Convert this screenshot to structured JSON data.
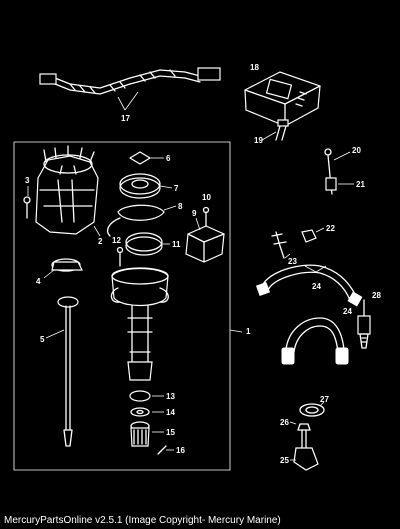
{
  "callouts": [
    "1",
    "2",
    "3",
    "4",
    "5",
    "6",
    "7",
    "8",
    "9",
    "10",
    "11",
    "12",
    "13",
    "14",
    "15",
    "16",
    "17",
    "18",
    "19",
    "20",
    "21",
    "22",
    "23",
    "24",
    "24",
    "25",
    "26",
    "27",
    "28"
  ],
  "footer": "MercuryPartsOnline v2.5.1 (Image Copyright- Mercury Marine)"
}
